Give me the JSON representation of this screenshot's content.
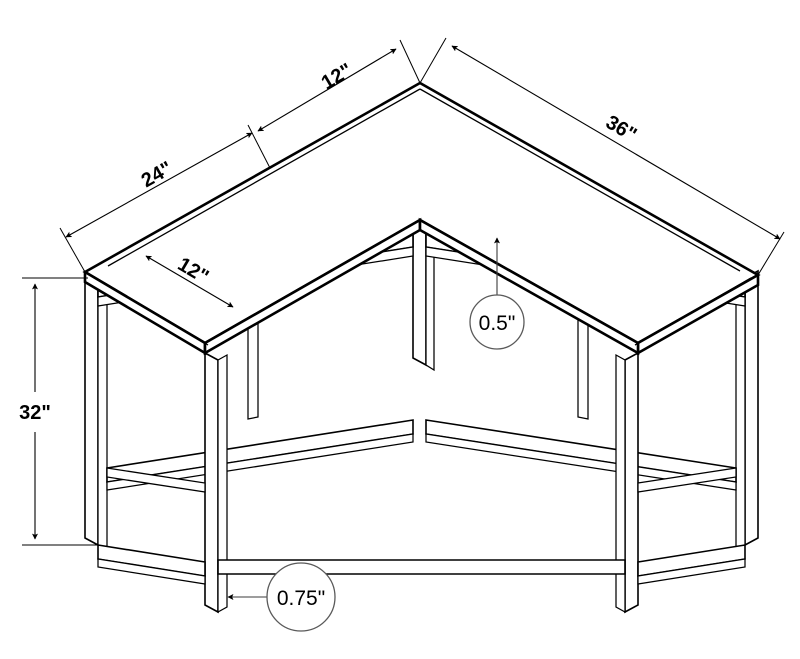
{
  "drawing": {
    "title": "L-Shaped Corner Desk Isometric Dimension Drawing",
    "subject": "l-shaped-metal-frame-corner-desk",
    "background_color": "#ffffff",
    "line_color": "#000000",
    "callout_stroke_color": "#5a5a5a",
    "units": "inches"
  },
  "dimensions": {
    "left_wing_total": "24\"",
    "left_wing_segment": "12\"",
    "left_wing_depth": "12\"",
    "right_wing_length": "36\"",
    "overall_height": "32\"",
    "top_thickness": "0.5\"",
    "leg_thickness": "0.75\""
  },
  "callouts": [
    {
      "id": "top-thickness",
      "label": "0.5\"",
      "target": "tabletop-slab-edge"
    },
    {
      "id": "leg-thickness",
      "label": "0.75\"",
      "target": "front-left-leg"
    }
  ],
  "dimension_labels": [
    {
      "id": "dim-24",
      "label": "24\"",
      "orientation": "diagonal-up-right"
    },
    {
      "id": "dim-12-top",
      "label": "12\"",
      "orientation": "diagonal-up-right"
    },
    {
      "id": "dim-12-depth",
      "label": "12\"",
      "orientation": "diagonal-down-right"
    },
    {
      "id": "dim-36",
      "label": "36\"",
      "orientation": "diagonal-down-right"
    },
    {
      "id": "dim-32",
      "label": "32\"",
      "orientation": "vertical"
    }
  ]
}
